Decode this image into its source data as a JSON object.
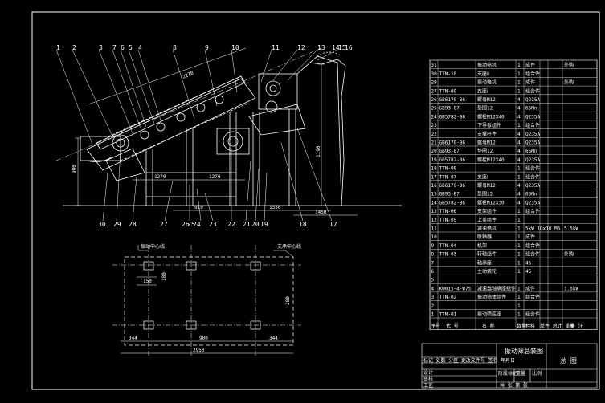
{
  "callouts_top": [
    "1",
    "2",
    "3",
    "7",
    "6",
    "5",
    "4",
    "8",
    "9",
    "10",
    "11",
    "12",
    "13",
    "14",
    "15",
    "16"
  ],
  "callouts_bottom": [
    "30",
    "29",
    "28",
    "27",
    "26",
    "25",
    "24",
    "23",
    "22",
    "21",
    "20",
    "19",
    "18",
    "17"
  ],
  "plan_labels": {
    "left": "振动中心线",
    "right": "支承中心线"
  },
  "dims": {
    "top_slope": "2270",
    "left_height": "900",
    "mid_a": "1270",
    "mid_b": "1270",
    "bottom_a": "910",
    "bottom_b": "1350",
    "right_height": "1190",
    "right_bottom": "1450",
    "plan_left": "344",
    "plan_mid": "900",
    "plan_right": "344",
    "plan_total": "2950",
    "plan_box": "150",
    "plan_inner": "180",
    "plan_side": "280"
  },
  "bom_rows": [
    {
      "no": "31",
      "code": "",
      "name": "振动电机",
      "qty": "1",
      "mat": "成件",
      "note": "外购"
    },
    {
      "no": "30",
      "code": "TTN-10",
      "name": "支座Ⅱ",
      "qty": "1",
      "mat": "组合件",
      "note": ""
    },
    {
      "no": "29",
      "code": "",
      "name": "振动电机",
      "qty": "1",
      "mat": "成件",
      "note": "外购"
    },
    {
      "no": "27",
      "code": "TTN-09",
      "name": "支座Ⅰ",
      "qty": "1",
      "mat": "组合件",
      "note": ""
    },
    {
      "no": "26",
      "code": "GB6170-86",
      "name": "螺母M12",
      "qty": "4",
      "mat": "Q235A",
      "note": ""
    },
    {
      "no": "25",
      "code": "GB93-87",
      "name": "垫圈12",
      "qty": "4",
      "mat": "65Mn",
      "note": ""
    },
    {
      "no": "24",
      "code": "GB5782-86",
      "name": "螺栓M12X40",
      "qty": "4",
      "mat": "Q235A",
      "note": ""
    },
    {
      "no": "23",
      "code": "",
      "name": "下导板组件",
      "qty": "1",
      "mat": "组合件",
      "note": ""
    },
    {
      "no": "22",
      "code": "",
      "name": "支撑杆件",
      "qty": "4",
      "mat": "Q235A",
      "note": ""
    },
    {
      "no": "21",
      "code": "GB6170-86",
      "name": "螺母M12",
      "qty": "4",
      "mat": "Q235A",
      "note": ""
    },
    {
      "no": "20",
      "code": "GB93-87",
      "name": "垫圈12",
      "qty": "4",
      "mat": "65Mn",
      "note": ""
    },
    {
      "no": "19",
      "code": "GB5782-86",
      "name": "螺栓M12X40",
      "qty": "4",
      "mat": "Q235A",
      "note": ""
    },
    {
      "no": "18",
      "code": "TTN-08",
      "name": "",
      "qty": "1",
      "mat": "组合件",
      "note": ""
    },
    {
      "no": "17",
      "code": "TTN-07",
      "name": "支座Ⅰ",
      "qty": "1",
      "mat": "组合件",
      "note": ""
    },
    {
      "no": "16",
      "code": "GB6170-86",
      "name": "螺母M12",
      "qty": "4",
      "mat": "Q235A",
      "note": ""
    },
    {
      "no": "15",
      "code": "GB93-87",
      "name": "垫圈12",
      "qty": "4",
      "mat": "65Mn",
      "note": ""
    },
    {
      "no": "14",
      "code": "GB5782-86",
      "name": "螺栓M12X30",
      "qty": "4",
      "mat": "Q235A",
      "note": ""
    },
    {
      "no": "13",
      "code": "TTN-06",
      "name": "支架组件",
      "qty": "1",
      "mat": "组合件",
      "note": ""
    },
    {
      "no": "12",
      "code": "TTN-05",
      "name": "上盖组件",
      "qty": "1",
      "mat": "",
      "note": ""
    },
    {
      "no": "11",
      "code": "",
      "name": "减速电机",
      "qty": "1",
      "mat": "5kW 1Gx10 M6",
      "note": "5.5kW"
    },
    {
      "no": "10",
      "code": "",
      "name": "联轴器",
      "qty": "1",
      "mat": "成件",
      "note": ""
    },
    {
      "no": "9",
      "code": "TTN-04",
      "name": "机架",
      "qty": "1",
      "mat": "组合件",
      "note": ""
    },
    {
      "no": "8",
      "code": "TTN-03",
      "name": "转轴组件",
      "qty": "1",
      "mat": "组合件",
      "note": "外购"
    },
    {
      "no": "7",
      "code": "",
      "name": "轴承座",
      "qty": "1",
      "mat": "45",
      "note": ""
    },
    {
      "no": "6",
      "code": "",
      "name": "主动滚轮",
      "qty": "1",
      "mat": "45",
      "note": ""
    },
    {
      "no": "5",
      "code": "",
      "name": "",
      "qty": "",
      "mat": "",
      "note": ""
    },
    {
      "no": "4",
      "code": "KW015-4-W75",
      "name": "减速器轴承座组件",
      "qty": "1",
      "mat": "成件",
      "note": "1.5kW"
    },
    {
      "no": "3",
      "code": "TTN-02",
      "name": "振动筛体组件",
      "qty": "1",
      "mat": "组合件",
      "note": ""
    },
    {
      "no": "2",
      "code": "",
      "name": "",
      "qty": "1",
      "mat": "",
      "note": ""
    },
    {
      "no": "1",
      "code": "TTN-01",
      "name": "振动筛底座",
      "qty": "1",
      "mat": "组合件",
      "note": ""
    }
  ],
  "bom_header": {
    "no": "序号",
    "code": "代  号",
    "name": "名  称",
    "qty": "数量",
    "mat": "材料",
    "weight": "单件 总计 重量",
    "note": "备 注"
  },
  "title_block": {
    "drawing_name": "振动筛总装图",
    "sheet": "总 图",
    "row1": "标记 处数 分区 更改文件号 签名 年月日",
    "row2": "设计",
    "row3": "审核",
    "row4": "工艺",
    "stage": "阶段标记",
    "weight": "重量",
    "scale": "比例",
    "sheets": "共  张  第  张"
  }
}
